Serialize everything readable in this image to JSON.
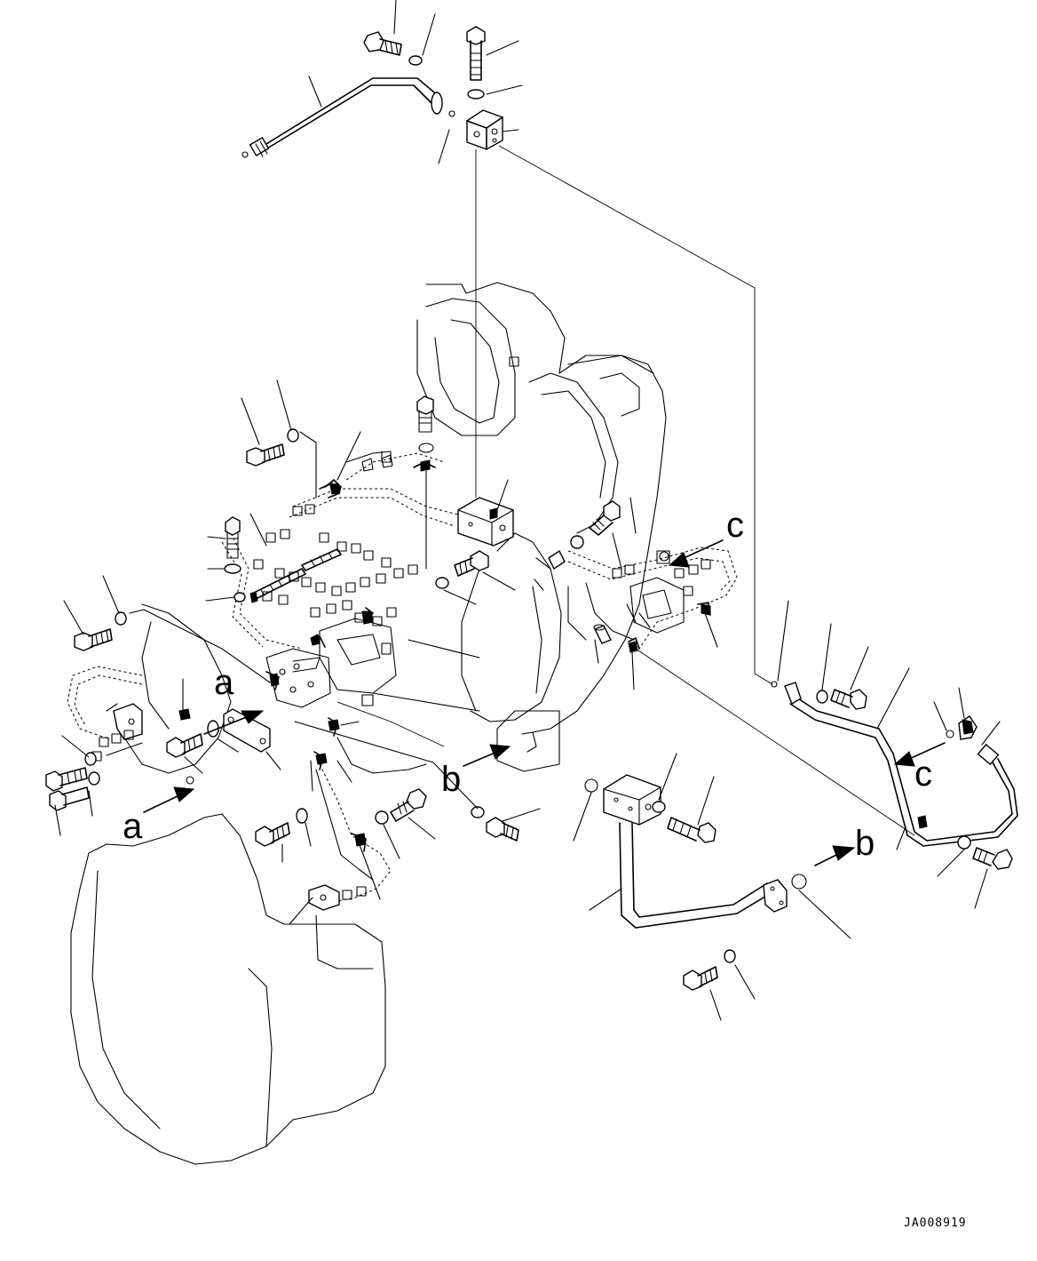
{
  "drawing_id": "JA008919",
  "view_labels": [
    "a",
    "a",
    "b",
    "b",
    "c",
    "c"
  ]
}
